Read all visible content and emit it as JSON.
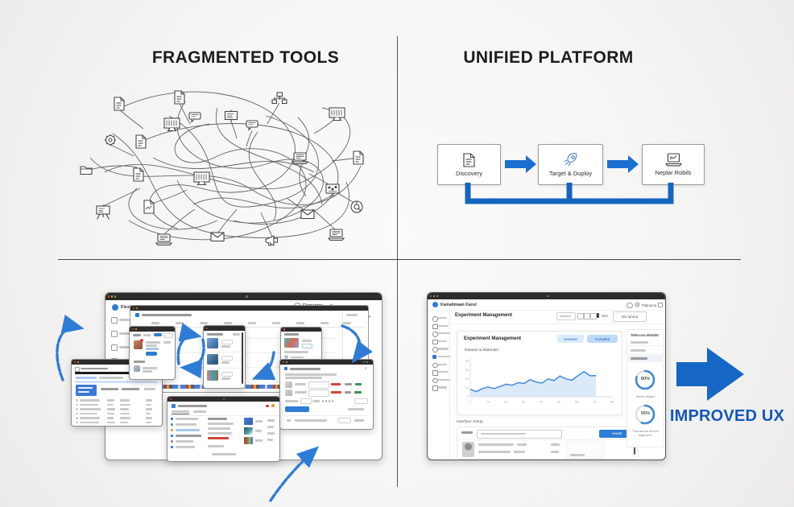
{
  "colors": {
    "accent": "#2e7cd6",
    "arrow_blue": "#1566c5",
    "bracket_blue": "#1565c0",
    "improved_text": "#1357bb"
  },
  "top_left": {
    "title": "FRAGMENTED TOOLS",
    "icons": [
      "document-icon",
      "document-icon",
      "barcode-monitor-icon",
      "speech-note-icon",
      "flipchart-icon",
      "speech-lines-icon",
      "sitemap-icon",
      "monitor-mail-icon",
      "gear-badge-icon",
      "document-icon",
      "folder-icon",
      "document-icon",
      "laptop-icon",
      "document-icon",
      "dot-chart-icon",
      "donut-chart-icon",
      "easel-board-icon",
      "chart-note-icon",
      "laptop-icon",
      "envelope-icon",
      "megaphone-icon",
      "envelope-icon",
      "laptop-icon",
      "monitor-icon"
    ]
  },
  "top_right": {
    "title": "UNIFIED PLATFORM",
    "steps": [
      {
        "label": "Discovery",
        "icon": "document-icon"
      },
      {
        "label": "Target & Duploy",
        "icon": "rocket-icon"
      },
      {
        "label": "Neplar Robils",
        "icon": "laptop-chart-icon"
      }
    ]
  },
  "bottom_left": {
    "main_app_name": "FlexLance",
    "panel_app_name": "Elemantor",
    "enable_label": "Enable"
  },
  "bottom_right": {
    "improved_label": "IMPROVED UX",
    "dashboard": {
      "app_name": "Kamaltmaan Kansl",
      "user_name": "Platnarva",
      "page_title": "Experiment Management",
      "header_box": "Dis lanera",
      "card_title": "Experiment Management",
      "pill_1": "Heatkan",
      "pill_2": "Compilat",
      "chart_label": "Dataset & Materials",
      "panel_title": "Tehta-ara tehdokt",
      "list_label": "Interface Setup",
      "list_button": "Avanti",
      "chart": {
        "type": "area",
        "points": [
          20,
          14,
          22,
          26,
          22,
          28,
          34,
          31,
          38,
          36,
          46,
          40,
          37,
          48,
          44,
          56,
          48,
          45,
          57,
          68,
          57,
          57
        ],
        "y_ticks": [
          "40",
          "30",
          "20",
          "10",
          "0"
        ],
        "x_ticks": [
          "0",
          "10",
          "20",
          "30",
          "40",
          "50",
          "60",
          "70",
          "80"
        ]
      },
      "donuts": [
        {
          "pct": 80,
          "label": "80%",
          "caption": "Native delges"
        },
        {
          "pct": 56,
          "label": "56%",
          "caption": "Trita ahana ternest dagestren"
        }
      ]
    }
  }
}
